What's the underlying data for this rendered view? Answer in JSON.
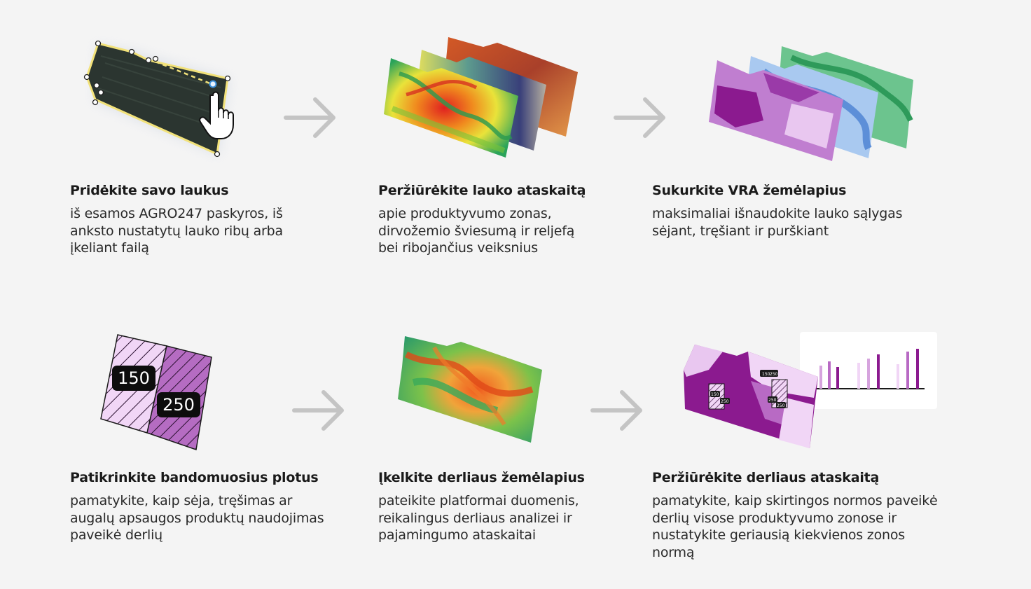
{
  "steps": [
    {
      "title": "Pridėkite savo laukus",
      "lines": [
        "iš esamos AGRO247 paskyros, iš",
        "anksto nustatytų lauko ribų arba",
        "įkeliant failą"
      ]
    },
    {
      "title": "Peržiūrėkite lauko ataskaitą",
      "lines": [
        "apie produktyvumo zonas,",
        "dirvožemio šviesumą ir reljefą",
        "bei ribojančius veiksnius"
      ]
    },
    {
      "title": "Sukurkite VRA žemėlapius",
      "lines": [
        "maksimaliai išnaudokite lauko sąlygas",
        "sėjant, tręšiant ir purškiant"
      ]
    },
    {
      "title": "Patikrinkite bandomuosius plotus",
      "lines": [
        "pamatykite, kaip sėja, tręšimas ar",
        "augalų apsaugos produktų naudojimas",
        "paveikė derlių"
      ]
    },
    {
      "title": "Įkelkite derliaus žemėlapius",
      "lines": [
        "pateikite platformai duomenis,",
        "reikalingus derliaus analizei ir",
        "pajamingumo ataskaitai"
      ]
    },
    {
      "title": "Peržiūrėkite derliaus ataskaitą",
      "lines": [
        "pamatykite, kaip skirtingos normos paveikė",
        "derlių visose produktyvumo zonose ir",
        "nustatykite geriausią kiekvienos zonos",
        "normą"
      ]
    }
  ],
  "trial_plots": {
    "rate_a": "150",
    "rate_b": "250"
  },
  "report_labels": {
    "l1": "150",
    "l2": "250",
    "l3": "150",
    "l4": "250",
    "l5": "250",
    "l6": "250"
  },
  "colors": {
    "background": "#f4f4f4",
    "arrow": "#c4c4c4",
    "purple_dark": "#8b1a8f",
    "purple_mid": "#b76bc4",
    "purple_light": "#e9c7f0",
    "field_dark": "#2b3530",
    "boundary": "#f2e27a"
  },
  "icons": [
    "field-boundary-icon",
    "pointer-hand-icon",
    "arrow-right-icon"
  ]
}
